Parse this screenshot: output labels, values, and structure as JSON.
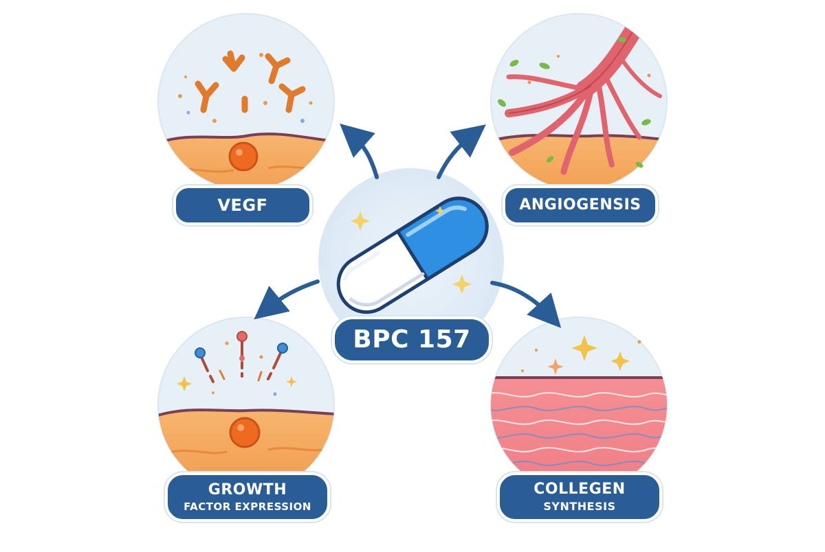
{
  "center": {
    "label": "BPC 157"
  },
  "nodes": [
    {
      "id": "vegf",
      "line1": "VEGF",
      "line2": ""
    },
    {
      "id": "angiogenesis",
      "line1": "ANGIOGENSIS",
      "line2": ""
    },
    {
      "id": "growth",
      "line1": "GROWTH",
      "line2": "FACTOR EXPRESSION"
    },
    {
      "id": "collagen",
      "line1": "COLLEGEN",
      "line2": "SYNTHESIS"
    }
  ],
  "colors": {
    "label_bg": "#2a5d95",
    "arrow": "#2a5d95",
    "circle_bg": "#e7f0f7",
    "tissue": "#f4a25a",
    "tissue_dark": "#e58a3e",
    "capsule_blue": "#2f8fe0",
    "collagen_pink": "#f2838a",
    "vessel": "#e0646e"
  },
  "icons": {
    "center": "capsule-icon",
    "vegf": "y-shaped-molecules-icon",
    "angiogenesis": "blood-vessels-icon",
    "growth": "signal-molecules-icon",
    "collagen": "collagen-fibers-icon"
  }
}
